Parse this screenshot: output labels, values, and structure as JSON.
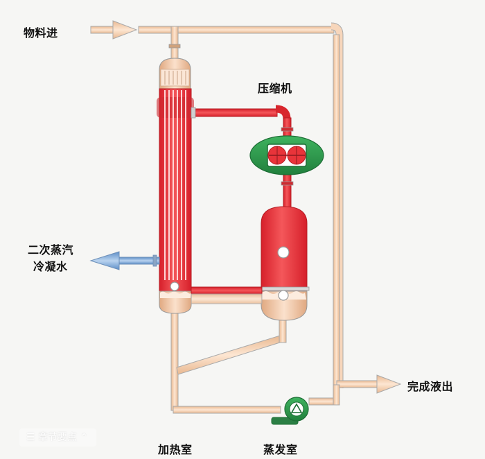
{
  "labels": {
    "feed_in": "物料进",
    "compressor": "压缩机",
    "secondary_steam": "二次蒸汽",
    "condensate": "冷凝水",
    "product_out": "完成液出",
    "heating_chamber": "加热室",
    "evaporation_chamber": "蒸发室"
  },
  "overlay": {
    "chapter_button_icon": "list-icon",
    "chapter_button_label": "章节要点",
    "chapter_button_chevron": "chevron-up-icon"
  },
  "colors": {
    "steam_red": "#e8343a",
    "pipe_tan": "#f3cfb0",
    "pipe_outline": "#9d9d9d",
    "compressor_green": "#2f9a4e",
    "pump_green": "#2f8f4b",
    "condensate_blue": "#7fa9d6"
  }
}
